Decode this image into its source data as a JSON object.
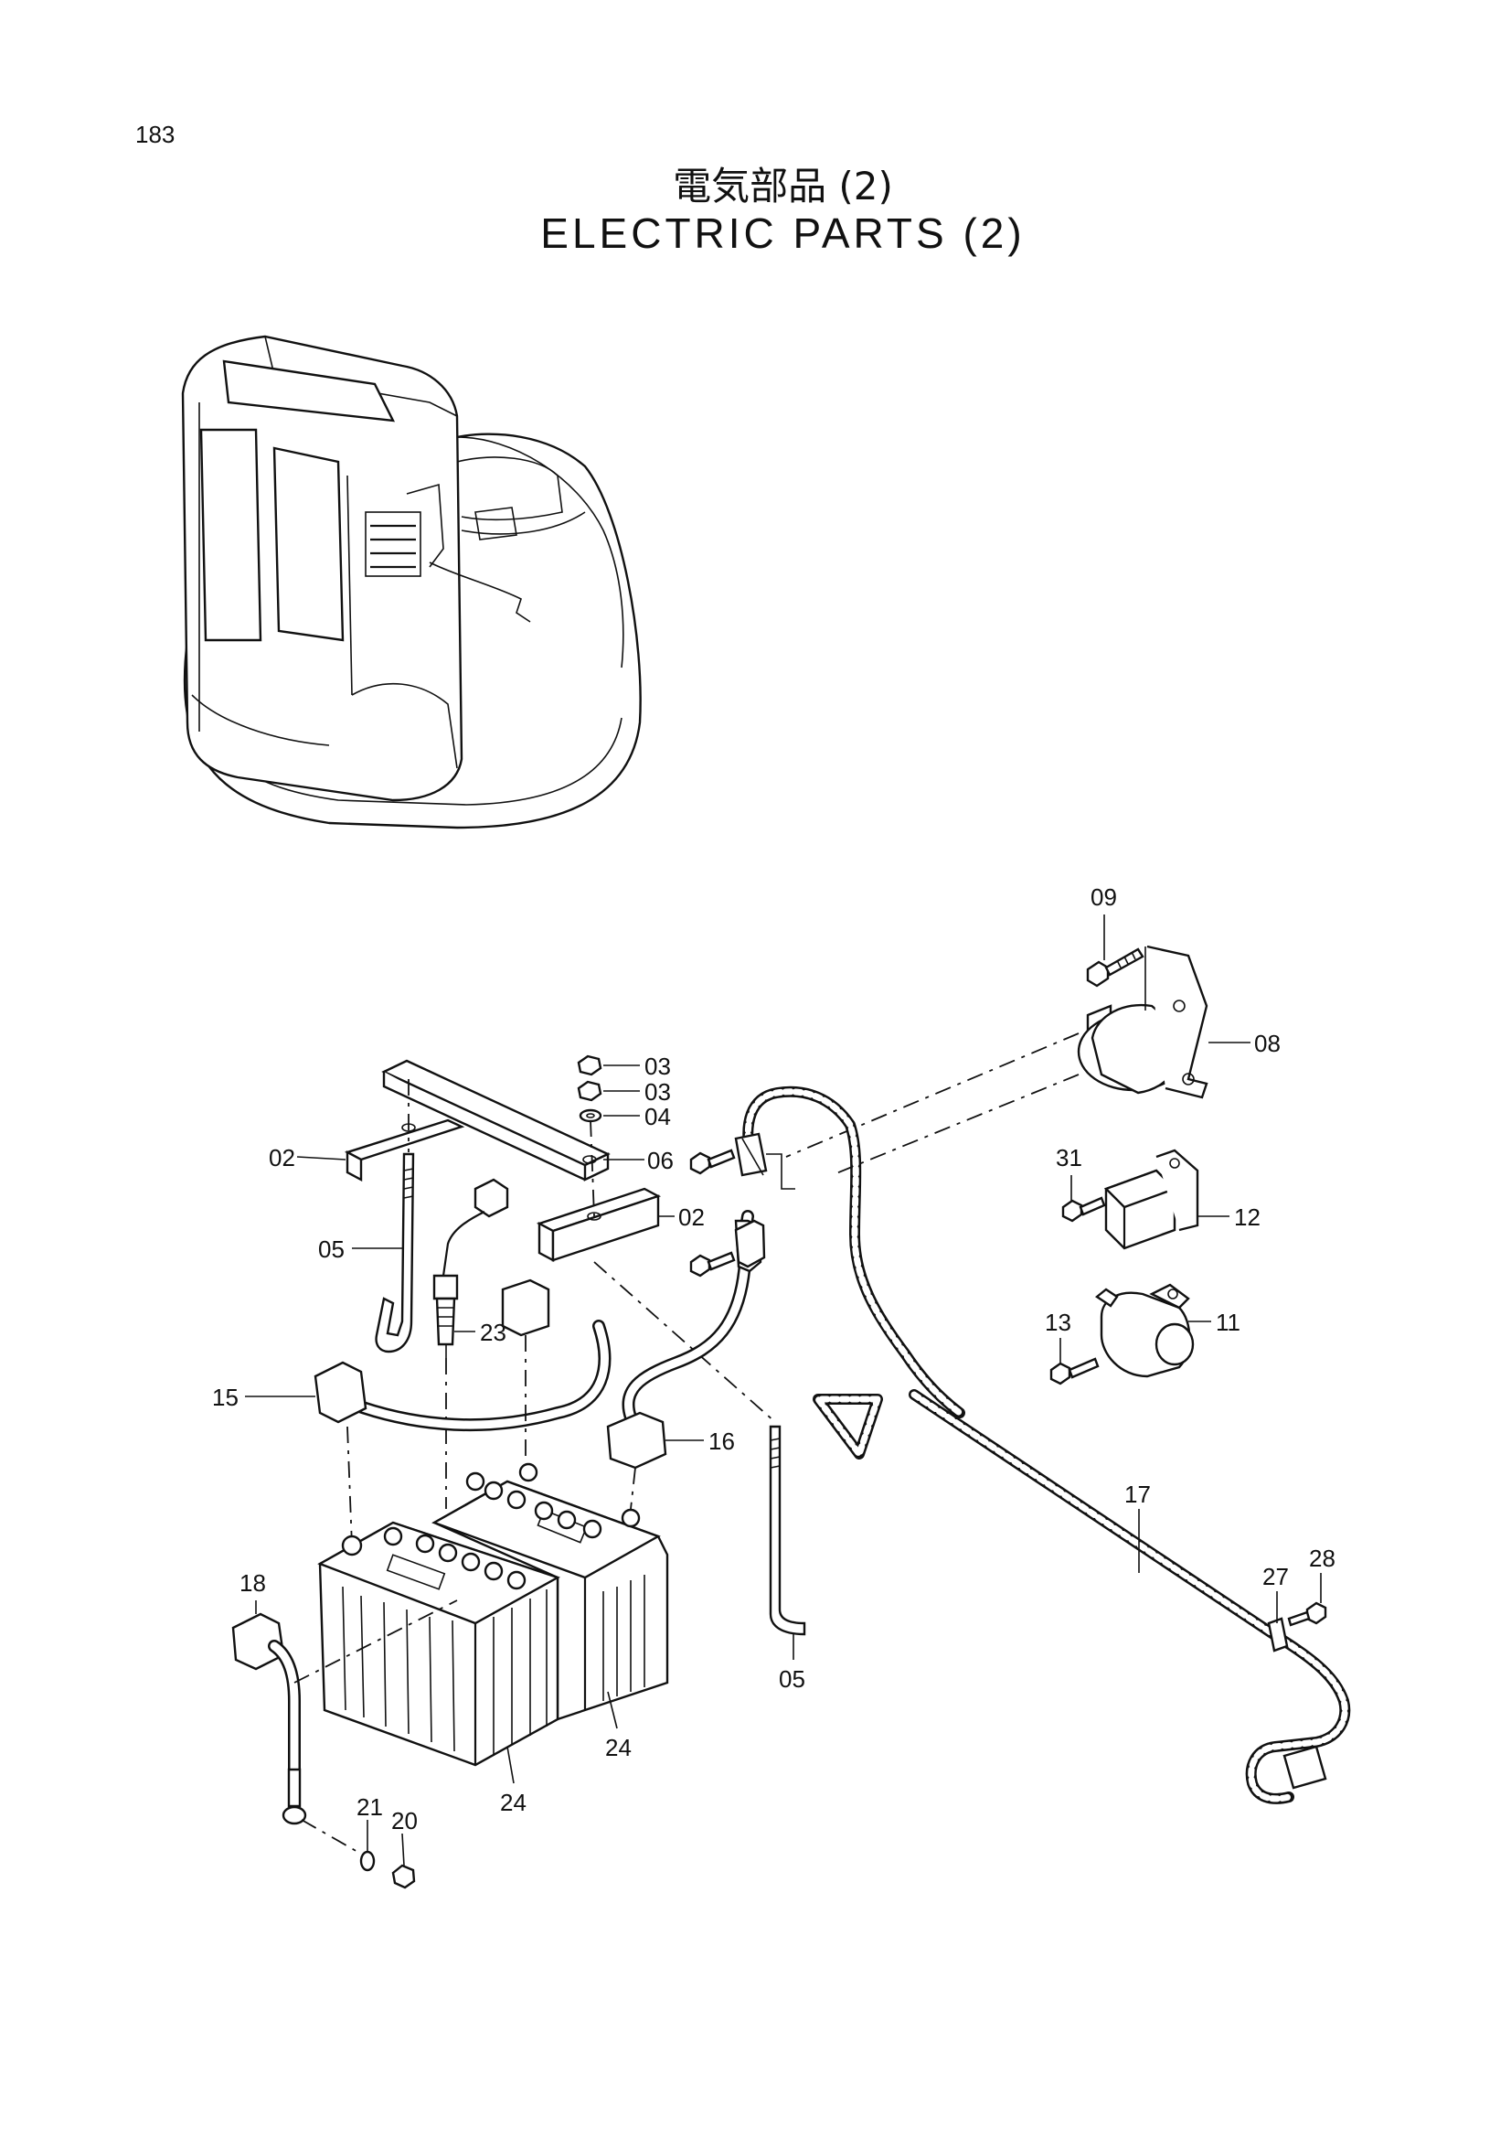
{
  "page": {
    "number": "183",
    "title_jp": "電気部品 (2)",
    "title_en": "ELECTRIC PARTS (2)"
  },
  "callouts": [
    {
      "id": "c09",
      "text": "09"
    },
    {
      "id": "c08",
      "text": "08"
    },
    {
      "id": "c03a",
      "text": "03"
    },
    {
      "id": "c03b",
      "text": "03"
    },
    {
      "id": "c04",
      "text": "04"
    },
    {
      "id": "c06",
      "text": "06"
    },
    {
      "id": "c02a",
      "text": "02"
    },
    {
      "id": "c02b",
      "text": "02"
    },
    {
      "id": "c05a",
      "text": "05"
    },
    {
      "id": "c31",
      "text": "31"
    },
    {
      "id": "c12",
      "text": "12"
    },
    {
      "id": "c13",
      "text": "13"
    },
    {
      "id": "c11",
      "text": "11"
    },
    {
      "id": "c23",
      "text": "23"
    },
    {
      "id": "c15",
      "text": "15"
    },
    {
      "id": "c16",
      "text": "16"
    },
    {
      "id": "c17",
      "text": "17"
    },
    {
      "id": "c18",
      "text": "18"
    },
    {
      "id": "c27",
      "text": "27"
    },
    {
      "id": "c28",
      "text": "28"
    },
    {
      "id": "c05b",
      "text": "05"
    },
    {
      "id": "c24a",
      "text": "24"
    },
    {
      "id": "c24b",
      "text": "24"
    },
    {
      "id": "c21",
      "text": "21"
    },
    {
      "id": "c20",
      "text": "20"
    }
  ]
}
